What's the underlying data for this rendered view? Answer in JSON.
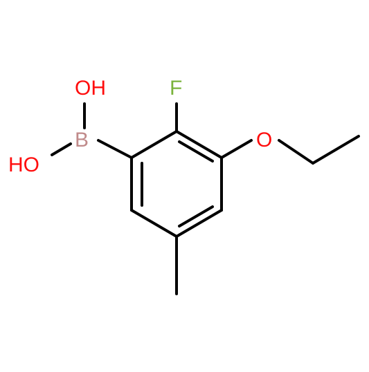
{
  "molecule": {
    "atom_labels": {
      "oh_top": "OH",
      "oh_left": "HO",
      "boron": "B",
      "fluorine": "F",
      "ether_oxygen": "O"
    }
  },
  "colors": {
    "bond": "#000000",
    "oxygen": "#ff0d0d",
    "boron": "#c08a8a",
    "fluorine": "#7ab33b"
  }
}
